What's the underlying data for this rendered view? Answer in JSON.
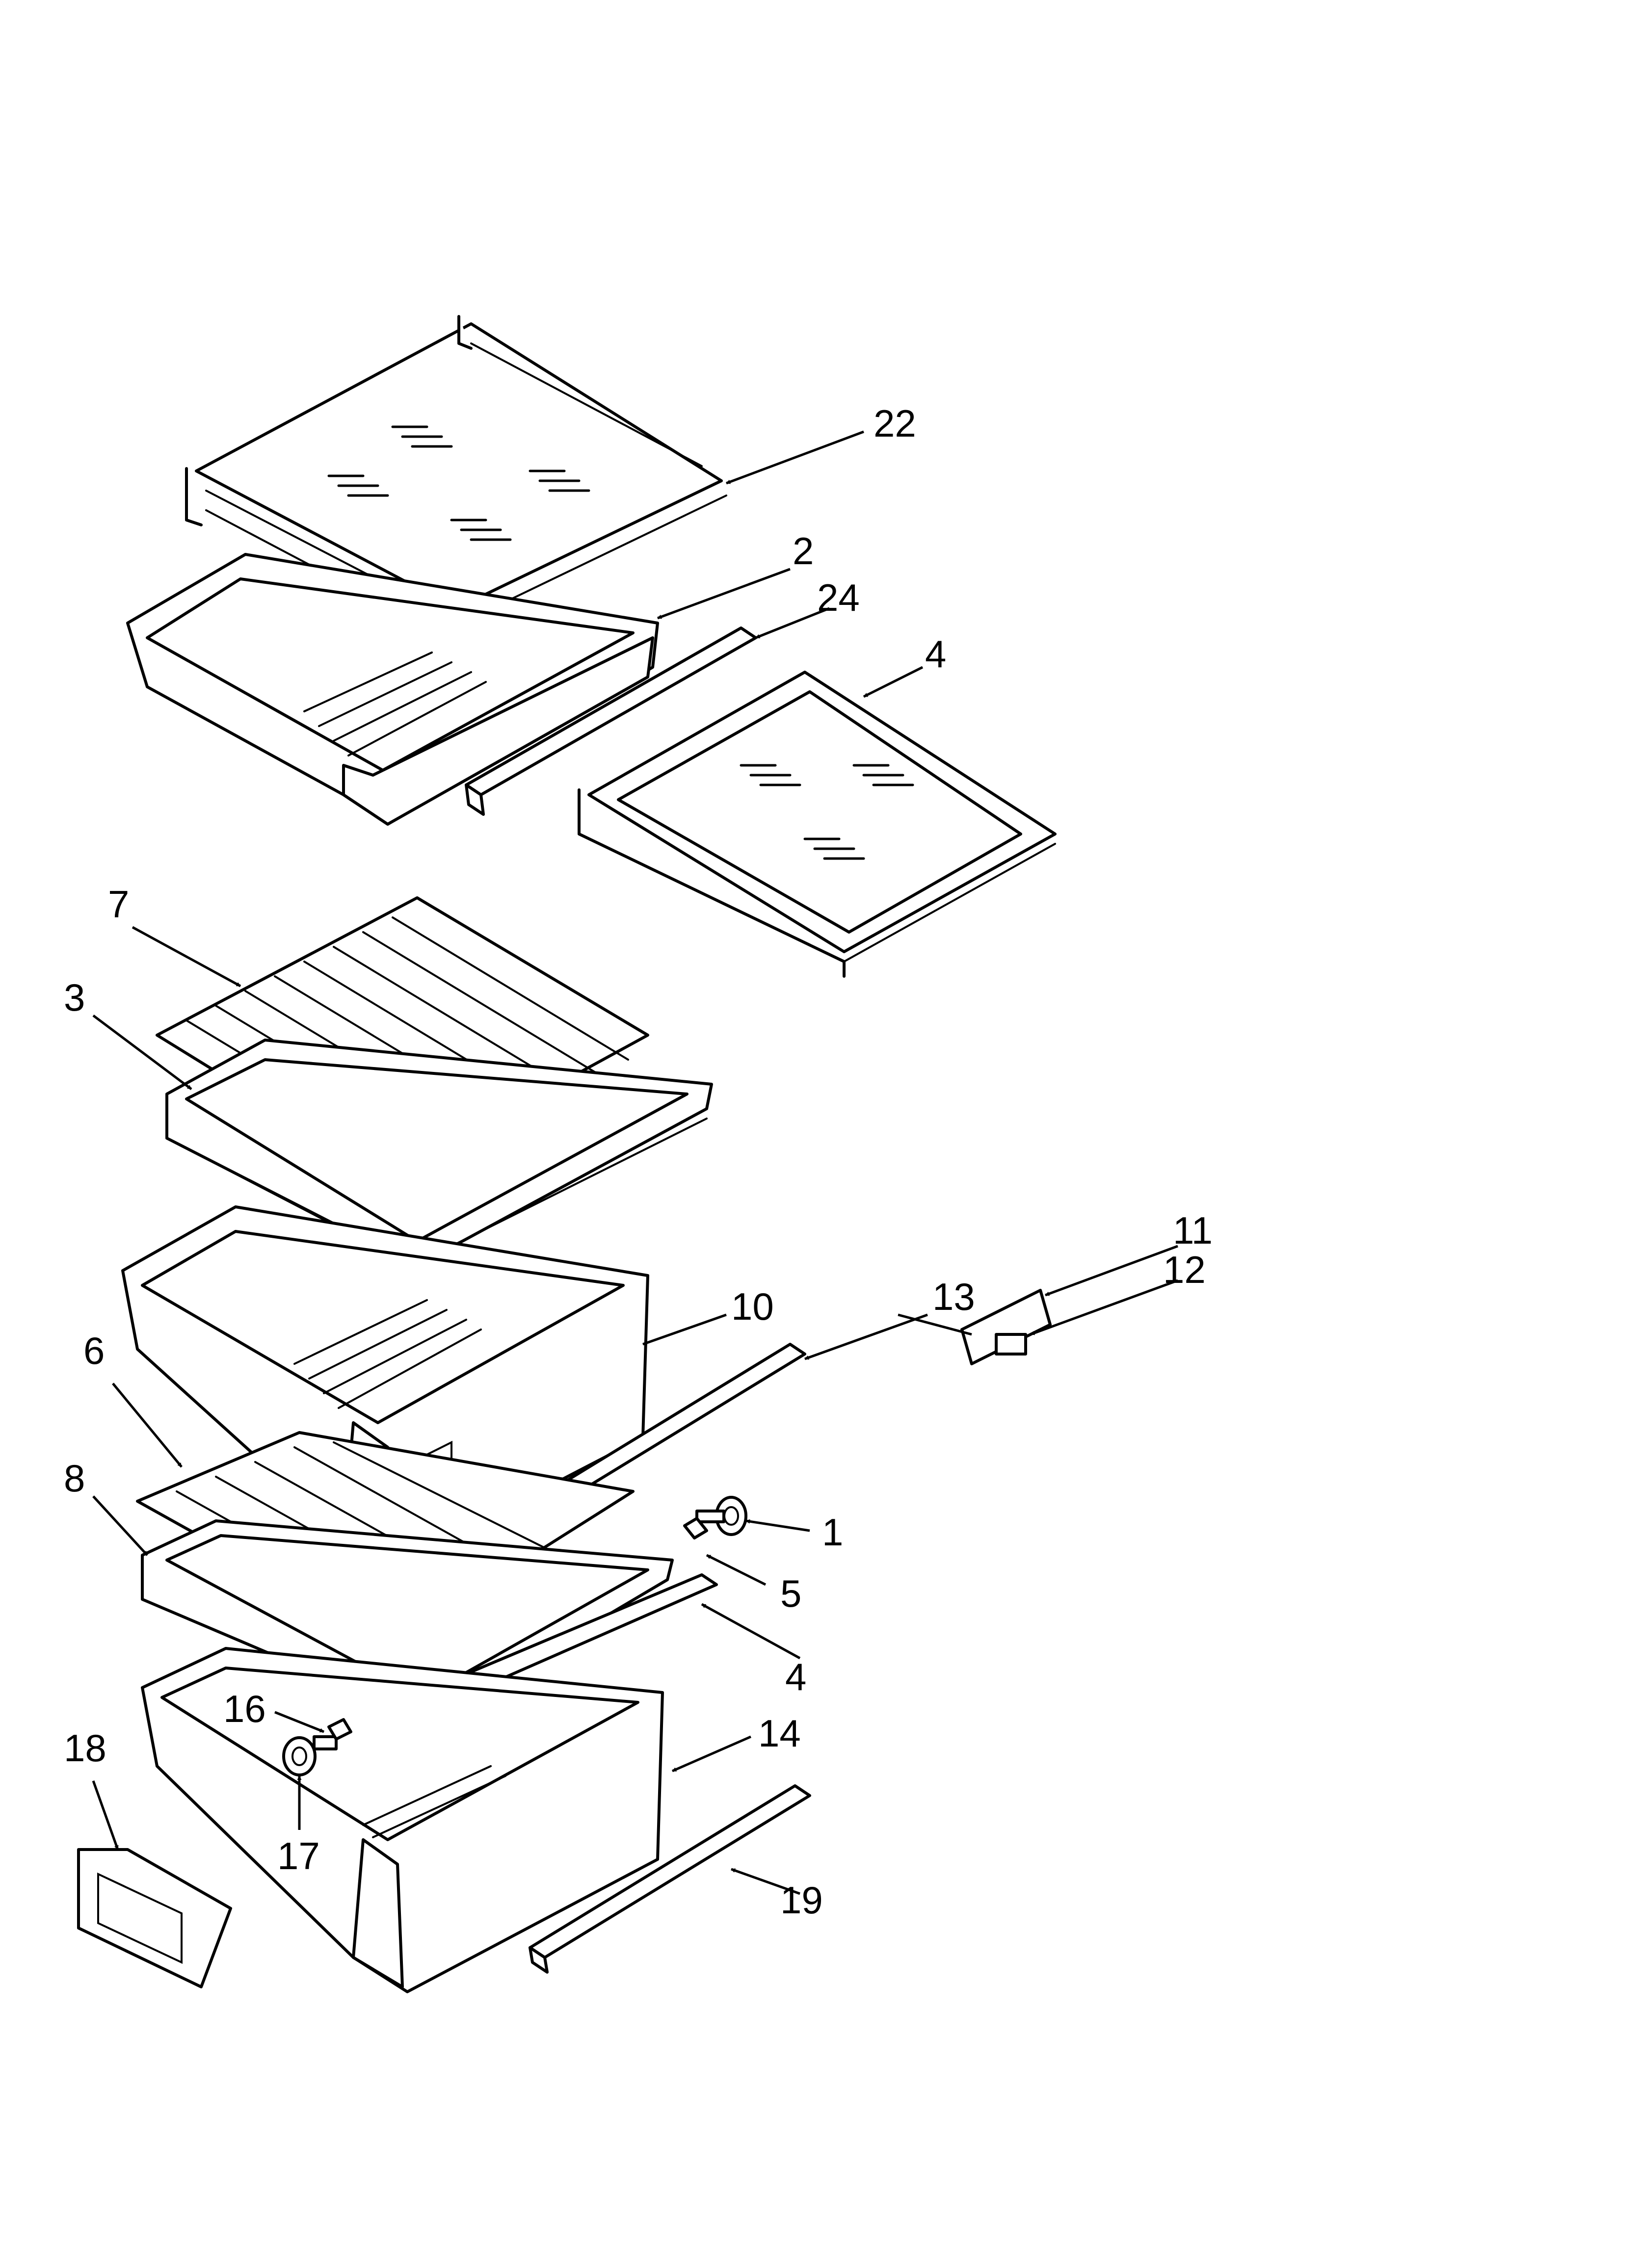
{
  "diagram": {
    "callouts": [
      {
        "id": "c22",
        "label": "22"
      },
      {
        "id": "c2",
        "label": "2"
      },
      {
        "id": "c24",
        "label": "24"
      },
      {
        "id": "c4a",
        "label": "4"
      },
      {
        "id": "c7",
        "label": "7"
      },
      {
        "id": "c3",
        "label": "3"
      },
      {
        "id": "c10",
        "label": "10"
      },
      {
        "id": "c13",
        "label": "13"
      },
      {
        "id": "c11",
        "label": "11"
      },
      {
        "id": "c12",
        "label": "12"
      },
      {
        "id": "c6",
        "label": "6"
      },
      {
        "id": "c8",
        "label": "8"
      },
      {
        "id": "c1",
        "label": "1"
      },
      {
        "id": "c5",
        "label": "5"
      },
      {
        "id": "c4b",
        "label": "4"
      },
      {
        "id": "c16",
        "label": "16"
      },
      {
        "id": "c14",
        "label": "14"
      },
      {
        "id": "c18",
        "label": "18"
      },
      {
        "id": "c17",
        "label": "17"
      },
      {
        "id": "c19",
        "label": "19"
      }
    ]
  }
}
